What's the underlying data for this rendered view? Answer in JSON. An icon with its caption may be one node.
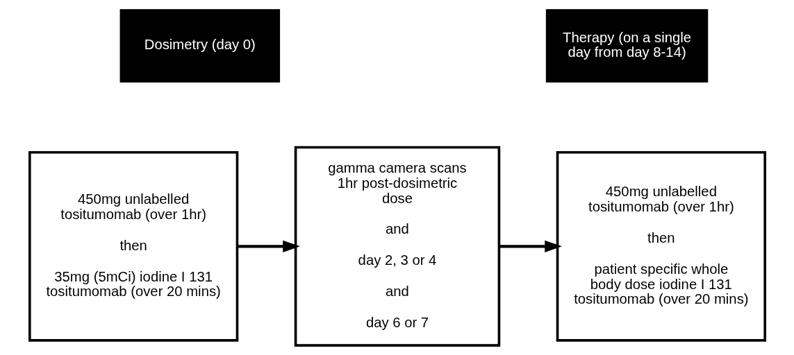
{
  "diagram": {
    "nodes": [
      {
        "text": [
          "Dosimetry (day 0)"
        ]
      },
      {
        "text": [
          "Therapy (on a single day from day 8-14)"
        ]
      },
      {
        "text": [
          "450mg unlabelled tositumomab (over 1hr)",
          "then",
          "35mg (5mCi) iodine I 131 tositumomab (over 20 mins)"
        ]
      },
      {
        "text": [
          "gamma camera scans 1hr post-dosimetric dose",
          "and",
          "day 2, 3 or 4",
          "and",
          "day 6 or 7"
        ]
      },
      {
        "text": [
          "450mg unlabelled tositumomab (over 1hr)",
          "then",
          "patient specific whole body dose iodine I 131 tositumomab (over 20 mins)"
        ]
      }
    ],
    "edges": [
      {
        "from": 2,
        "to": 3,
        "arrow": "to"
      },
      {
        "from": 3,
        "to": 4,
        "arrow": "to"
      }
    ]
  }
}
